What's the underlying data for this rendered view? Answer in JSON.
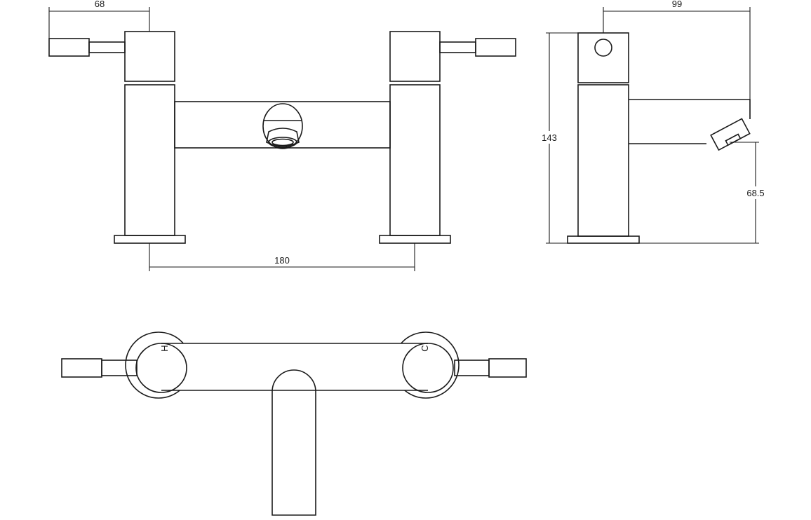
{
  "title": "Bath filler technical drawing",
  "front_view": {
    "dimension_handle_reach": "68",
    "dimension_tap_centres": "180"
  },
  "side_view": {
    "dimension_projection": "99",
    "dimension_height": "143",
    "dimension_spout_height": "68.5"
  },
  "top_view": {
    "hot_label": "H",
    "cold_label": "C"
  }
}
